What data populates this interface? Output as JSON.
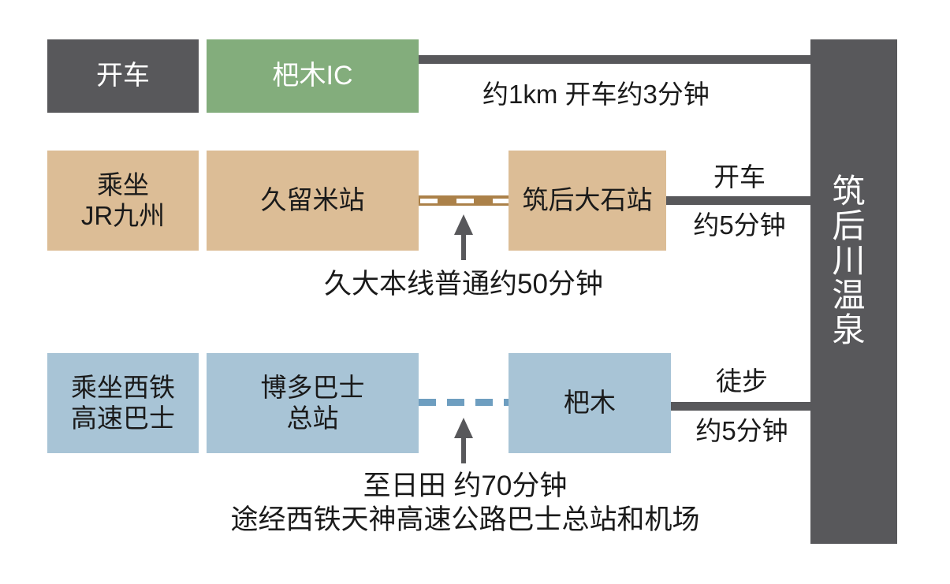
{
  "destination": {
    "label": "筑后川温泉"
  },
  "routes": [
    {
      "id": "car",
      "mode_label": "开车",
      "nodes": [
        {
          "name": "杷木IC"
        }
      ],
      "leg_labels": [
        "约1km  开车约3分钟"
      ]
    },
    {
      "id": "jr",
      "mode_label": "乘坐\nJR九州",
      "nodes": [
        {
          "name": "久留米站"
        },
        {
          "name": "筑后大石站"
        }
      ],
      "connector_note": "久大本线普通约50分钟",
      "final_leg_top": "开车",
      "final_leg_bottom": "约5分钟"
    },
    {
      "id": "bus",
      "mode_label": "乘坐西铁\n高速巴士",
      "nodes": [
        {
          "name": "博多巴士\n总站"
        },
        {
          "name": "杷木"
        }
      ],
      "connector_note_line1": "至日田    约70分钟",
      "connector_note_line2": "途经西铁天神高速公路巴士总站和机场",
      "final_leg_top": "徒步",
      "final_leg_bottom": "约5分钟"
    }
  ],
  "colors": {
    "mode_dark": "#58585b",
    "highway_green": "#83ad7c",
    "rail_tan": "#dcbd96",
    "bus_blue": "#a8c4d6",
    "rail_track": "#ab8149",
    "bus_dash": "#6e9ec0",
    "line_gray": "#58585b"
  }
}
